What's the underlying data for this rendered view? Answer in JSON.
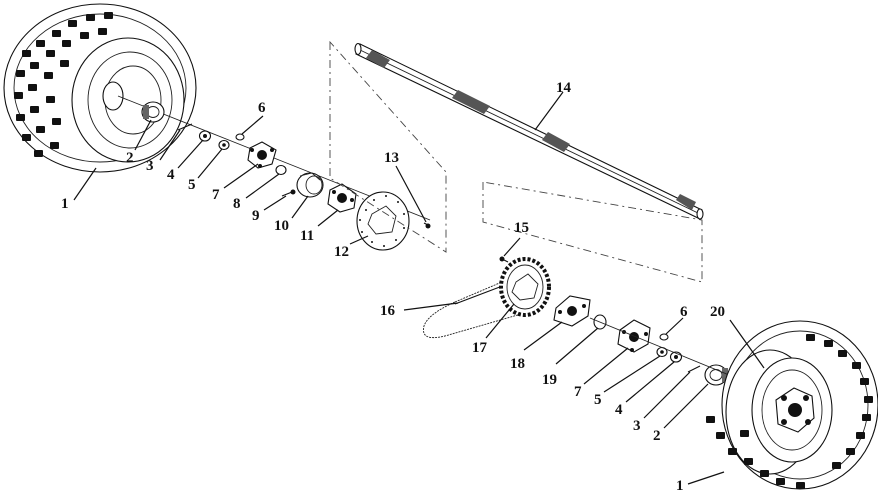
{
  "callouts": [
    {
      "id": "c1a",
      "text": "1"
    },
    {
      "id": "c2a",
      "text": "2"
    },
    {
      "id": "c3a",
      "text": "3"
    },
    {
      "id": "c4a",
      "text": "4"
    },
    {
      "id": "c5a",
      "text": "5"
    },
    {
      "id": "c6a",
      "text": "6"
    },
    {
      "id": "c7a",
      "text": "7"
    },
    {
      "id": "c8",
      "text": "8"
    },
    {
      "id": "c9",
      "text": "9"
    },
    {
      "id": "c10",
      "text": "10"
    },
    {
      "id": "c11",
      "text": "11"
    },
    {
      "id": "c12",
      "text": "12"
    },
    {
      "id": "c13",
      "text": "13"
    },
    {
      "id": "c14",
      "text": "14"
    },
    {
      "id": "c15",
      "text": "15"
    },
    {
      "id": "c16",
      "text": "16"
    },
    {
      "id": "c17",
      "text": "17"
    },
    {
      "id": "c18",
      "text": "18"
    },
    {
      "id": "c19",
      "text": "19"
    },
    {
      "id": "c7b",
      "text": "7"
    },
    {
      "id": "c5b",
      "text": "5"
    },
    {
      "id": "c6b",
      "text": "6"
    },
    {
      "id": "c20",
      "text": "20"
    },
    {
      "id": "c4b",
      "text": "4"
    },
    {
      "id": "c3b",
      "text": "3"
    },
    {
      "id": "c2b",
      "text": "2"
    },
    {
      "id": "c1b",
      "text": "1"
    }
  ]
}
